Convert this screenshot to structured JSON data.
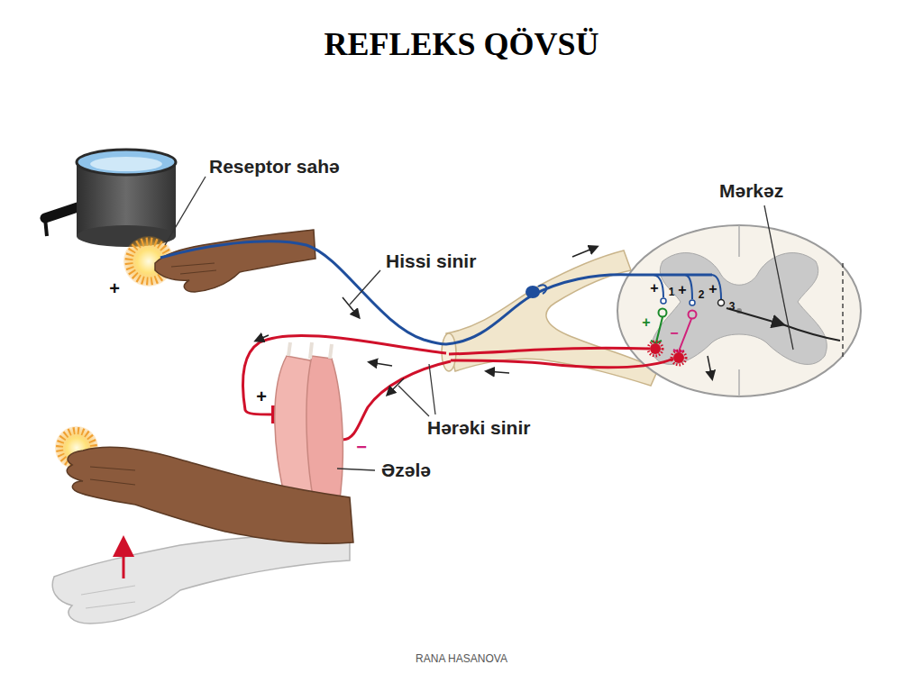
{
  "diagram": {
    "title": "REFLEKS QÖVSÜ",
    "labels": [
      "Reseptor sahə",
      "+",
      "Hissi sinir",
      "Mərkəz",
      "+",
      "1",
      "+",
      "2",
      "+",
      "3",
      "+",
      "−",
      "Hərəki sinir",
      "+",
      "−",
      "Əzələ",
      "RANA HASANOVA"
    ]
  }
}
